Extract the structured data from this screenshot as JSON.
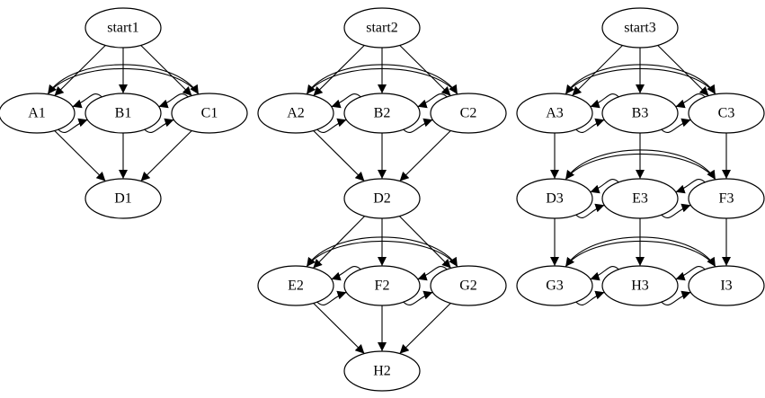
{
  "graphs": [
    {
      "nodes": {
        "start1": "start1",
        "A1": "A1",
        "B1": "B1",
        "C1": "C1",
        "D1": "D1"
      },
      "edges": [
        [
          "start1",
          "A1"
        ],
        [
          "start1",
          "B1"
        ],
        [
          "start1",
          "C1"
        ],
        [
          "A1",
          "B1"
        ],
        [
          "B1",
          "A1"
        ],
        [
          "B1",
          "C1"
        ],
        [
          "C1",
          "B1"
        ],
        [
          "A1",
          "C1"
        ],
        [
          "C1",
          "A1"
        ],
        [
          "A1",
          "D1"
        ],
        [
          "B1",
          "D1"
        ],
        [
          "C1",
          "D1"
        ]
      ]
    },
    {
      "nodes": {
        "start2": "start2",
        "A2": "A2",
        "B2": "B2",
        "C2": "C2",
        "D2": "D2",
        "E2": "E2",
        "F2": "F2",
        "G2": "G2",
        "H2": "H2"
      },
      "edges": [
        [
          "start2",
          "A2"
        ],
        [
          "start2",
          "B2"
        ],
        [
          "start2",
          "C2"
        ],
        [
          "A2",
          "B2"
        ],
        [
          "B2",
          "A2"
        ],
        [
          "B2",
          "C2"
        ],
        [
          "C2",
          "B2"
        ],
        [
          "A2",
          "C2"
        ],
        [
          "C2",
          "A2"
        ],
        [
          "A2",
          "D2"
        ],
        [
          "B2",
          "D2"
        ],
        [
          "C2",
          "D2"
        ],
        [
          "D2",
          "E2"
        ],
        [
          "D2",
          "F2"
        ],
        [
          "D2",
          "G2"
        ],
        [
          "E2",
          "F2"
        ],
        [
          "F2",
          "E2"
        ],
        [
          "F2",
          "G2"
        ],
        [
          "G2",
          "F2"
        ],
        [
          "E2",
          "G2"
        ],
        [
          "G2",
          "E2"
        ],
        [
          "E2",
          "H2"
        ],
        [
          "F2",
          "H2"
        ],
        [
          "G2",
          "H2"
        ]
      ]
    },
    {
      "nodes": {
        "start3": "start3",
        "A3": "A3",
        "B3": "B3",
        "C3": "C3",
        "D3": "D3",
        "E3": "E3",
        "F3": "F3",
        "G3": "G3",
        "H3": "H3",
        "I3": "I3"
      },
      "edges": [
        [
          "start3",
          "A3"
        ],
        [
          "start3",
          "B3"
        ],
        [
          "start3",
          "C3"
        ],
        [
          "A3",
          "B3"
        ],
        [
          "B3",
          "A3"
        ],
        [
          "B3",
          "C3"
        ],
        [
          "C3",
          "B3"
        ],
        [
          "A3",
          "C3"
        ],
        [
          "C3",
          "A3"
        ],
        [
          "A3",
          "D3"
        ],
        [
          "B3",
          "E3"
        ],
        [
          "C3",
          "F3"
        ],
        [
          "D3",
          "E3"
        ],
        [
          "E3",
          "D3"
        ],
        [
          "E3",
          "F3"
        ],
        [
          "F3",
          "E3"
        ],
        [
          "D3",
          "F3"
        ],
        [
          "F3",
          "D3"
        ],
        [
          "D3",
          "G3"
        ],
        [
          "E3",
          "H3"
        ],
        [
          "F3",
          "I3"
        ],
        [
          "G3",
          "H3"
        ],
        [
          "H3",
          "G3"
        ],
        [
          "H3",
          "I3"
        ],
        [
          "I3",
          "H3"
        ],
        [
          "G3",
          "I3"
        ],
        [
          "I3",
          "G3"
        ]
      ]
    }
  ]
}
